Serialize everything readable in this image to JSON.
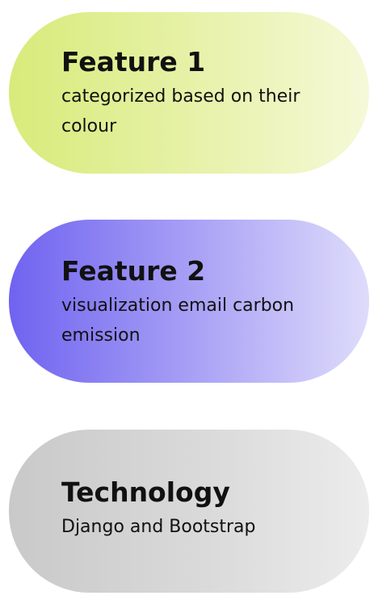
{
  "cards": [
    {
      "title": "Feature 1",
      "description": "categorized based on their colour",
      "gradient": [
        "#d8eb7a",
        "#f5f9d8"
      ]
    },
    {
      "title": "Feature 2",
      "description": "visualization email carbon emission",
      "gradient": [
        "#6f63f0",
        "#dedcfb"
      ]
    },
    {
      "title": "Technology",
      "description": "Django and Bootstrap",
      "gradient": [
        "#c9c9c9",
        "#ececec"
      ]
    }
  ]
}
